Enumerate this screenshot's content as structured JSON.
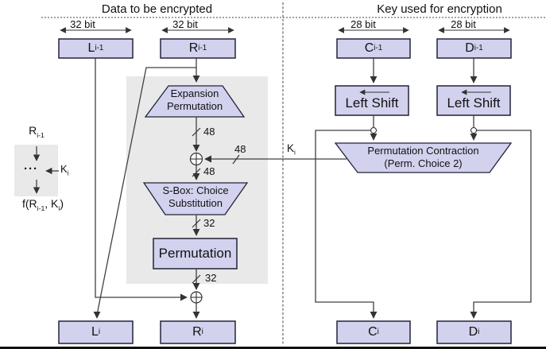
{
  "colors": {
    "box_fill": "#d2d2ee",
    "box_border": "#222238",
    "panel_gray": "#e9e9e9",
    "line": "#404040",
    "bottom_bar": "#111111"
  },
  "headers": {
    "left": "Data to be encrypted",
    "right": "Key used for encryption"
  },
  "bit_widths": {
    "l1": "32 bit",
    "l2": "32 bit",
    "r1": "28 bit",
    "r2": "28 bit"
  },
  "registers": {
    "l_prev": {
      "main": "L",
      "sub": "i-1"
    },
    "r_prev": {
      "main": "R",
      "sub": "i-1"
    },
    "c_prev": {
      "main": "C",
      "sub": "i-1"
    },
    "d_prev": {
      "main": "D",
      "sub": "i-1"
    },
    "l_next": {
      "main": "L",
      "sub": "i"
    },
    "r_next": {
      "main": "R",
      "sub": "i"
    },
    "c_next": {
      "main": "C",
      "sub": "i"
    },
    "d_next": {
      "main": "D",
      "sub": "i"
    }
  },
  "blocks": {
    "expansion": {
      "line1": "Expansion",
      "line2": "Permutation"
    },
    "sbox": {
      "line1": "S-Box: Choice",
      "line2": "Substitution"
    },
    "permutation": "Permutation",
    "left_shift_1": "Left Shift",
    "left_shift_2": "Left Shift",
    "perm_contraction": {
      "line1": "Permutation Contraction",
      "line2": "(Perm. Choice 2)"
    }
  },
  "wire_labels": {
    "w48_expansion": "48",
    "w48_key": "48",
    "w48_sbox": "48",
    "w32_perm": "32",
    "w32_out": "32",
    "key": {
      "main": "K",
      "sub": "i"
    }
  },
  "legend": {
    "input": {
      "main": "R",
      "sub": "i-1"
    },
    "dots": "···",
    "key": {
      "main": "K",
      "sub": "i"
    },
    "f": {
      "p1": "f(R",
      "s1": "i-1",
      "p2": ", K",
      "s2": "i",
      "p3": ")"
    }
  }
}
